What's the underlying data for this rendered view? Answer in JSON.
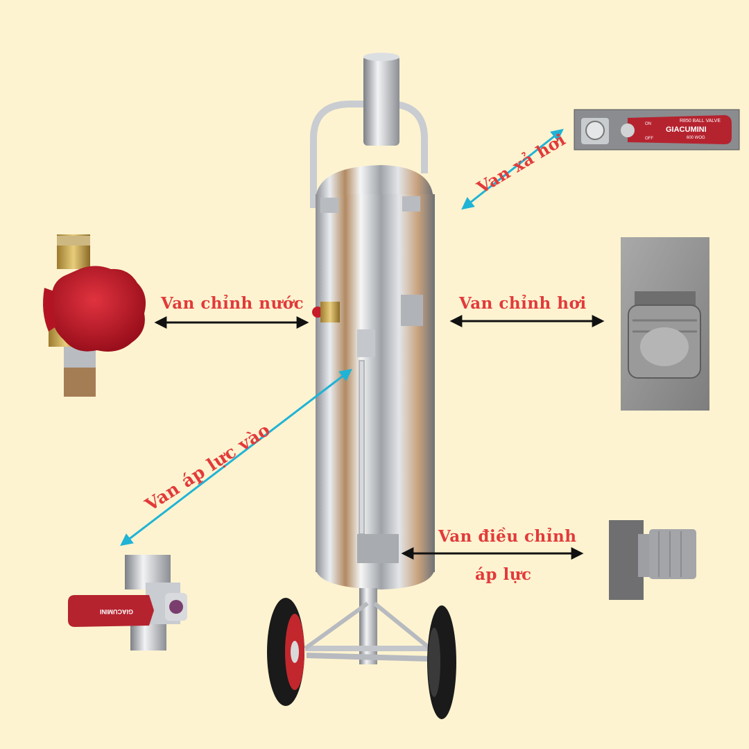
{
  "labels": {
    "van_xa_hoi": "Van xả hơi",
    "van_chinh_nuoc": "Van chỉnh nước",
    "van_chinh_hoi": "Van chỉnh hơi",
    "van_ap_luc_vao": "Van áp lực vào",
    "van_dieu_chinh_line1": "Van điều chỉnh",
    "van_dieu_chinh_line2": "áp lực"
  },
  "valve_text": {
    "top_right_handle": [
      "R850 BALL VALVE",
      "GIACUMINI",
      "600 WOG"
    ],
    "top_right_on": "ON",
    "top_right_off": "OFF",
    "bottom_left_handle": "GIACUMINI"
  },
  "colors": {
    "background": "#fdf3d0",
    "label_red": "#e23a3a",
    "arrow_black": "#111111",
    "arrow_blue": "#1fb3d6",
    "handle_red": "#b5232f"
  }
}
